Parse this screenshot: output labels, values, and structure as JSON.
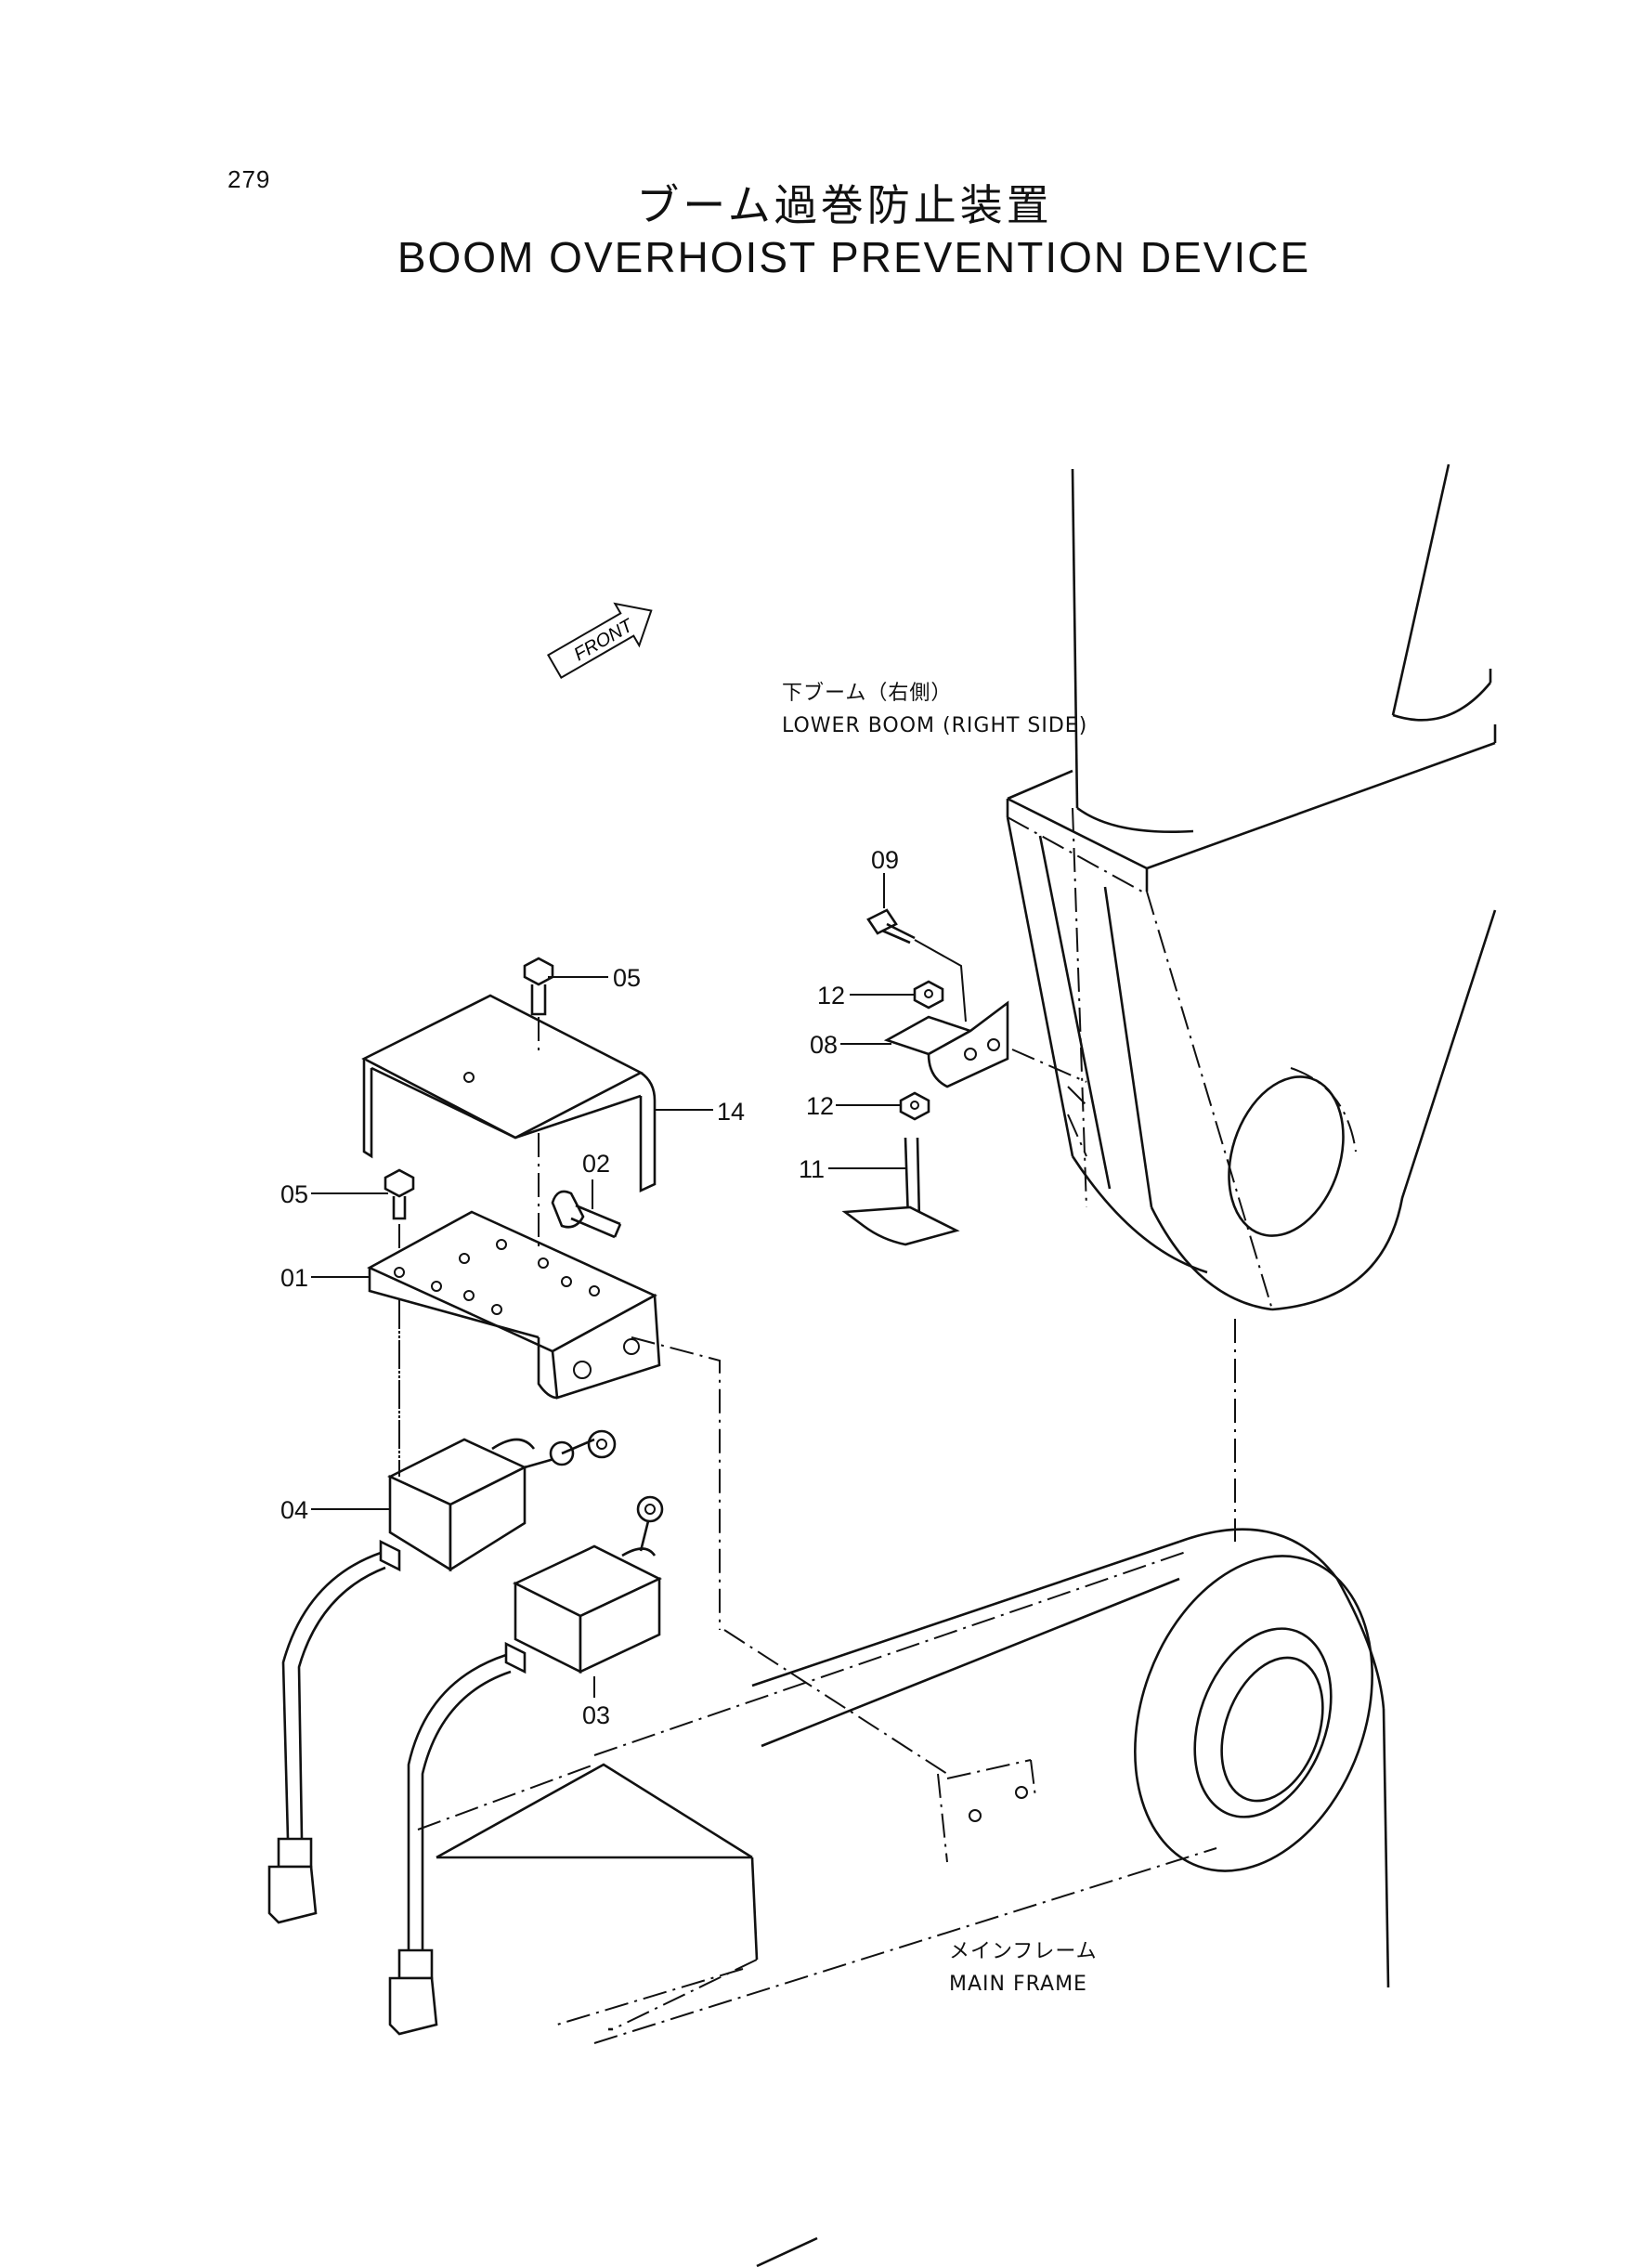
{
  "page_number": "279",
  "title_jp": "ブーム過巻防止装置",
  "title_en": "BOOM OVERHOIST PREVENTION DEVICE",
  "front_arrow_label": "FRONT",
  "labels": {
    "lower_boom_jp": "下ブーム（右側）",
    "lower_boom_en": "LOWER BOOM (RIGHT SIDE)",
    "main_frame_jp": "メインフレーム",
    "main_frame_en": "MAIN FRAME"
  },
  "callouts": [
    "01",
    "02",
    "03",
    "04",
    "05",
    "05",
    "08",
    "09",
    "11",
    "12",
    "12",
    "14"
  ]
}
